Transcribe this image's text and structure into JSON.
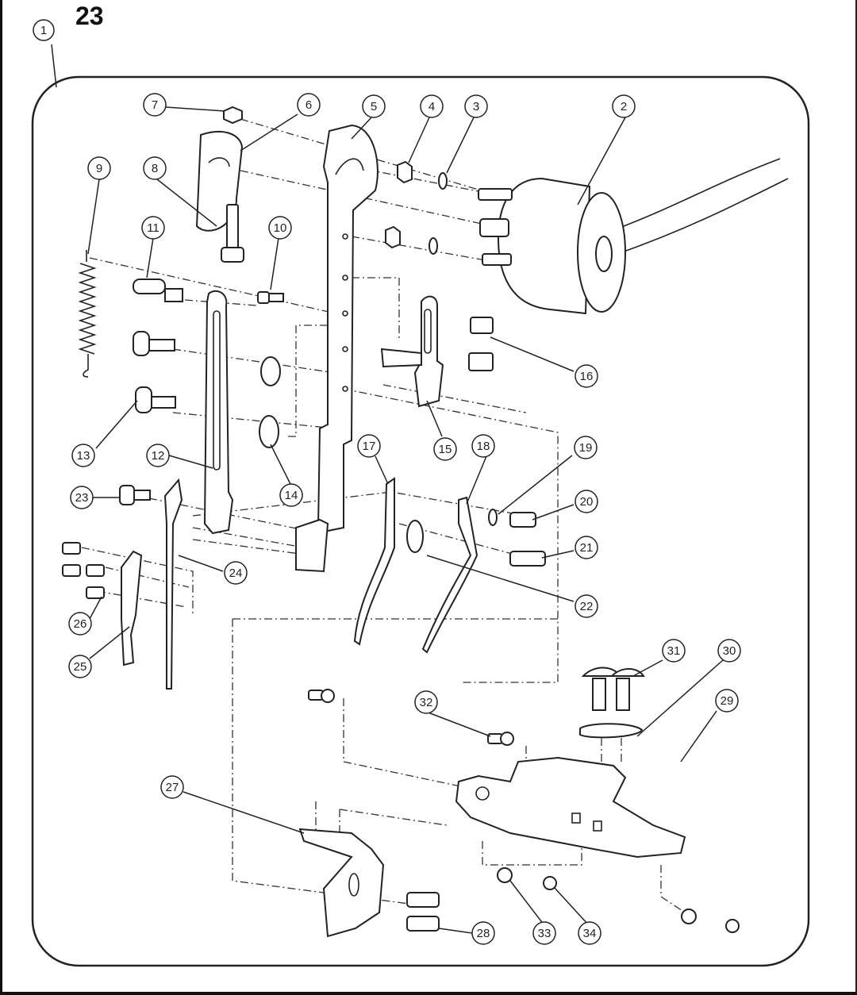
{
  "page": {
    "number": "23"
  },
  "callouts": [
    {
      "label": "1"
    },
    {
      "label": "2"
    },
    {
      "label": "3"
    },
    {
      "label": "4"
    },
    {
      "label": "5"
    },
    {
      "label": "6"
    },
    {
      "label": "7"
    },
    {
      "label": "8"
    },
    {
      "label": "9"
    },
    {
      "label": "10"
    },
    {
      "label": "11"
    },
    {
      "label": "12"
    },
    {
      "label": "13"
    },
    {
      "label": "14"
    },
    {
      "label": "15"
    },
    {
      "label": "16"
    },
    {
      "label": "17"
    },
    {
      "label": "18"
    },
    {
      "label": "19"
    },
    {
      "label": "20"
    },
    {
      "label": "21"
    },
    {
      "label": "22"
    },
    {
      "label": "23"
    },
    {
      "label": "24"
    },
    {
      "label": "25"
    },
    {
      "label": "26"
    },
    {
      "label": "27"
    },
    {
      "label": "28"
    },
    {
      "label": "29"
    },
    {
      "label": "30"
    },
    {
      "label": "31"
    },
    {
      "label": "32"
    },
    {
      "label": "33"
    },
    {
      "label": "34"
    }
  ],
  "colors": {
    "line": "#222222",
    "background": "#ffffff"
  }
}
